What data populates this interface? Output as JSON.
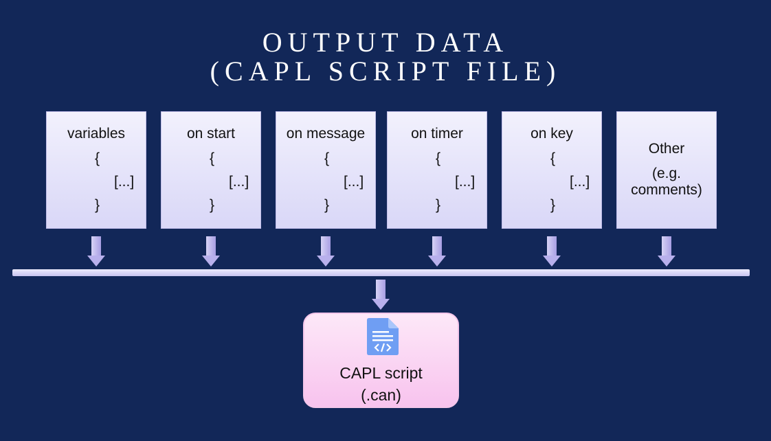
{
  "title": {
    "line1": "OUTPUT DATA",
    "line2": "(CAPL SCRIPT FILE)"
  },
  "blocks": [
    {
      "label": "variables",
      "open": "{",
      "body": "[...]",
      "close": "}"
    },
    {
      "label": "on start",
      "open": "{",
      "body": "[...]",
      "close": "}"
    },
    {
      "label": "on message",
      "open": "{",
      "body": "[...]",
      "close": "}"
    },
    {
      "label": "on timer",
      "open": "{",
      "body": "[...]",
      "close": "}"
    },
    {
      "label": "on key",
      "open": "{",
      "body": "[...]",
      "close": "}"
    }
  ],
  "other_block": {
    "label": "Other",
    "sub": "(e.g. comments)"
  },
  "output": {
    "icon": "code-file-icon",
    "line1": "CAPL script",
    "line2": "(.can)"
  },
  "colors": {
    "background": "#122758",
    "box": "#e3e1fa",
    "arrow": "#b8b0ec",
    "output": "#fbd3f3",
    "icon": "#6f9ef3"
  }
}
